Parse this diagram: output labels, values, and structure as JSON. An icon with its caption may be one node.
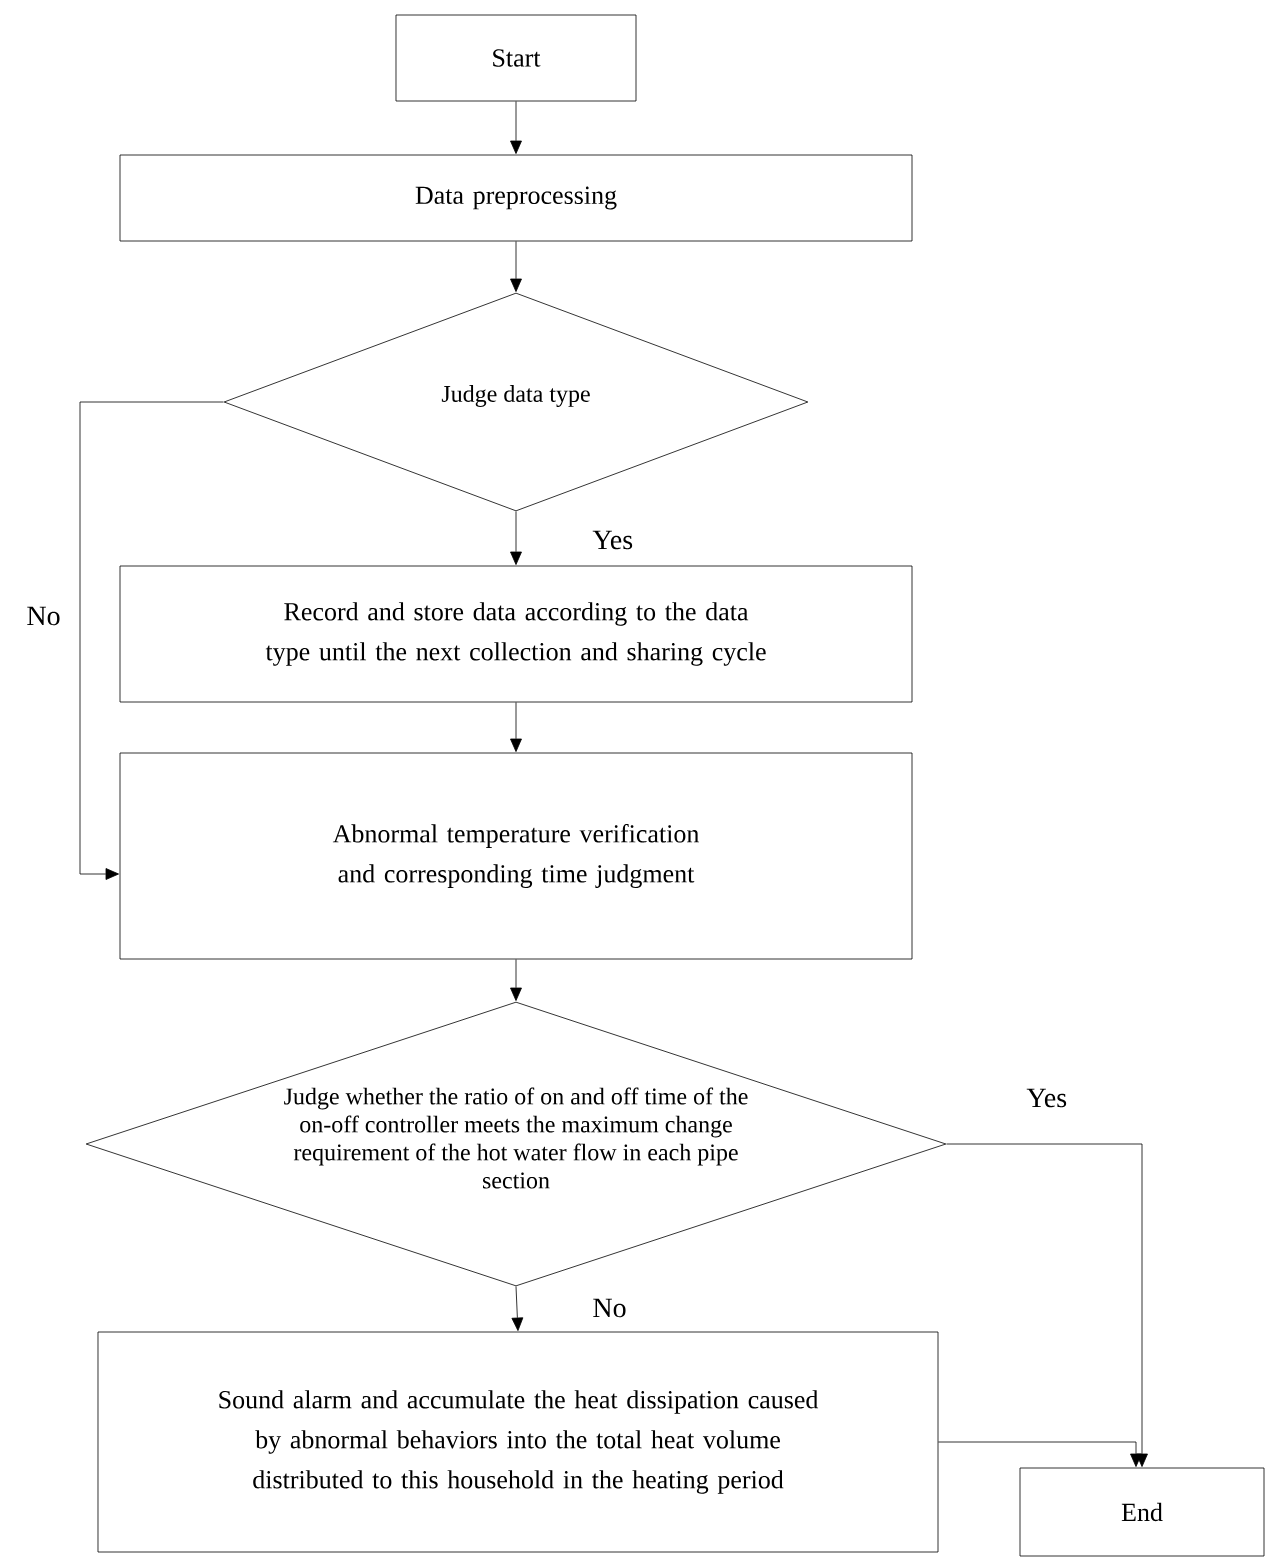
{
  "diagram": {
    "nodes": [
      {
        "text": [
          "Start"
        ]
      },
      {
        "text": [
          "Data preprocessing"
        ]
      },
      {
        "text": [
          "Judge data type"
        ]
      },
      {
        "text": [
          "Record and store data according to the data type until the next collection and sharing cycle"
        ]
      },
      {
        "text": [
          "Abnormal temperature verification and corresponding time judgment"
        ]
      },
      {
        "text": [
          "Judge whether the ratio of on and off time of the on-off controller meets the maximum change requirement of the hot water flow in each pipe section"
        ]
      },
      {
        "text": [
          "Sound alarm and accumulate the heat dissipation caused by abnormal behaviors into the total heat volume distributed to this household in the heating period"
        ]
      },
      {
        "text": [
          "End"
        ]
      }
    ],
    "edges": [
      {
        "from": 0,
        "to": 1,
        "arrow": "to"
      },
      {
        "from": 1,
        "to": 2,
        "arrow": "to"
      },
      {
        "from": 2,
        "to": 3,
        "arrow": "to",
        "label": "Yes"
      },
      {
        "from": 2,
        "to": 4,
        "arrow": "to",
        "label": "No"
      },
      {
        "from": 3,
        "to": 4,
        "arrow": "to"
      },
      {
        "from": 4,
        "to": 5,
        "arrow": "to"
      },
      {
        "from": 5,
        "to": 6,
        "arrow": "to",
        "label": "No"
      },
      {
        "from": 5,
        "to": 7,
        "arrow": "to",
        "label": "Yes"
      },
      {
        "from": 6,
        "to": 7,
        "arrow": "to"
      }
    ]
  }
}
